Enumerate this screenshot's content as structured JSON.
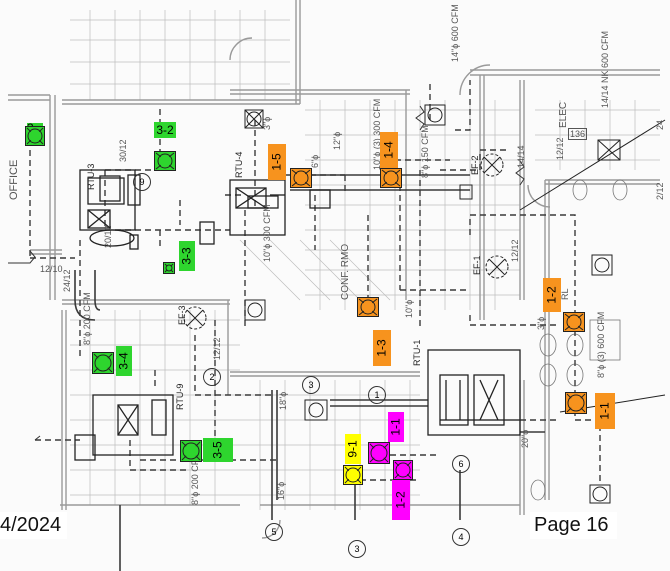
{
  "colors": {
    "zone3": "#2ed52e",
    "zone1": "#f7931e",
    "zone9": "#ff00ff",
    "zone9alt": "#ffff00",
    "line": "#3a3a3a",
    "grid": "#b9b9b9"
  },
  "footer": {
    "date": "4/2024",
    "page": "Page 16"
  },
  "units": [
    {
      "label": "3-1",
      "zone": "zone3"
    },
    {
      "label": "3-2",
      "zone": "zone3"
    },
    {
      "label": "3-3",
      "zone": "zone3"
    },
    {
      "label": "3-4",
      "zone": "zone3"
    },
    {
      "label": "3-5",
      "zone": "zone3"
    },
    {
      "label": "1-5",
      "zone": "zone1"
    },
    {
      "label": "1-4",
      "zone": "zone1"
    },
    {
      "label": "1-3",
      "zone": "zone1"
    },
    {
      "label": "1-2",
      "zone": "zone1"
    },
    {
      "label": "1-1",
      "zone": "zone1"
    },
    {
      "label": "9-1",
      "zone": "zone9alt"
    },
    {
      "label": "1-1",
      "zone": "zone9"
    },
    {
      "label": "1-2",
      "zone": "zone9"
    }
  ],
  "plan_labels": {
    "office": "OFFICE",
    "elec": "ELEC",
    "elec_no": "136",
    "conf_rmo": "CONF. RMO",
    "rtu3": "RTU-3",
    "rtu4": "RTU-4",
    "rtu1": "RTU-1",
    "rtu9": "RTU-9",
    "ef2": "EF-2",
    "ef1": "EF-1",
    "ef3": "EF-3",
    "duct_top": "14\"ϕ 600 CFM",
    "duct_1414": "14/14 NK 600 CFM",
    "duct_1414b": "14/14",
    "duct_10a": "10\"ϕ (3) 300 CFM",
    "duct_8a": "8\"ϕ 150 CFM",
    "duct_10b": "10\"ϕ 300 CFM",
    "duct_8b": "8\"ϕ 200 CFM",
    "duct_8c": "8\"ϕ 200 CFM",
    "duct_8d": "8\"ϕ (3) 600 CFM",
    "duct_18": "18\"ϕ",
    "duct_16": "16\"ϕ",
    "duct_1212a": "12/12",
    "duct_1212b": "12/12",
    "duct_1212c": "12/12",
    "duct_2012": "20/12",
    "duct_1210": "12/10",
    "duct_2412": "24/12",
    "duct_3012": "30/12",
    "duct_12": "12\"ϕ",
    "duct_10c": "10\"ϕ",
    "duct_20": "20\"ϕ",
    "duct_6": "6\"ϕ",
    "duct_3a": "3\"ϕ",
    "duct_3b": "3\"ϕ",
    "dim_a": "24",
    "dim_b": "2/12",
    "rl": "RL",
    "circle_9": "9",
    "circle_3a": "3",
    "circle_1": "1",
    "circle_6": "6",
    "circle_5": "5",
    "circle_3b": "3",
    "circle_4": "4",
    "circle_2": "2"
  }
}
